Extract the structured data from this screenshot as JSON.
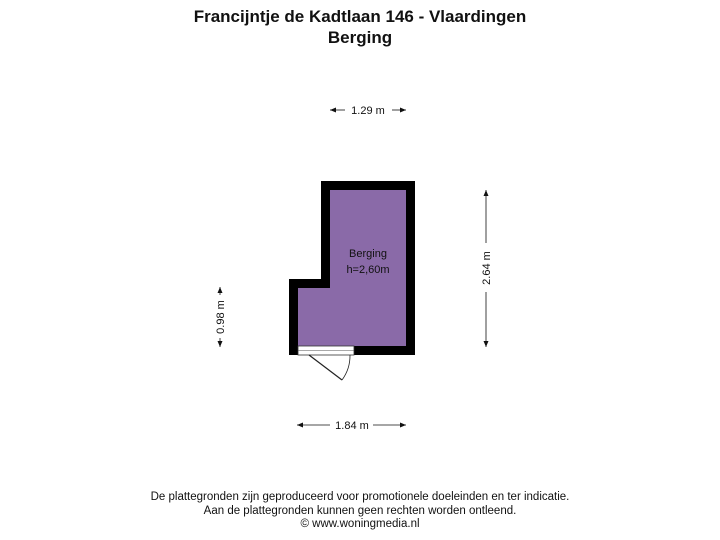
{
  "header": {
    "address": "Francijntje de Kadtlaan 146 - Vlaardingen",
    "floor": "Berging"
  },
  "room": {
    "name": "Berging",
    "height": "h=2,60m",
    "fill_color": "#8a6aa8",
    "wall_color": "#000000"
  },
  "dimensions": {
    "top_width": "1.29 m",
    "bottom_width": "1.84 m",
    "right_height": "2.64 m",
    "left_height": "0.98 m"
  },
  "footer": {
    "line1": "De plattegronden zijn geproduceerd voor promotionele doeleinden en ter indicatie.",
    "line2": "Aan de plattegronden kunnen geen rechten worden ontleend.",
    "line3": "© www.woningmedia.nl"
  }
}
